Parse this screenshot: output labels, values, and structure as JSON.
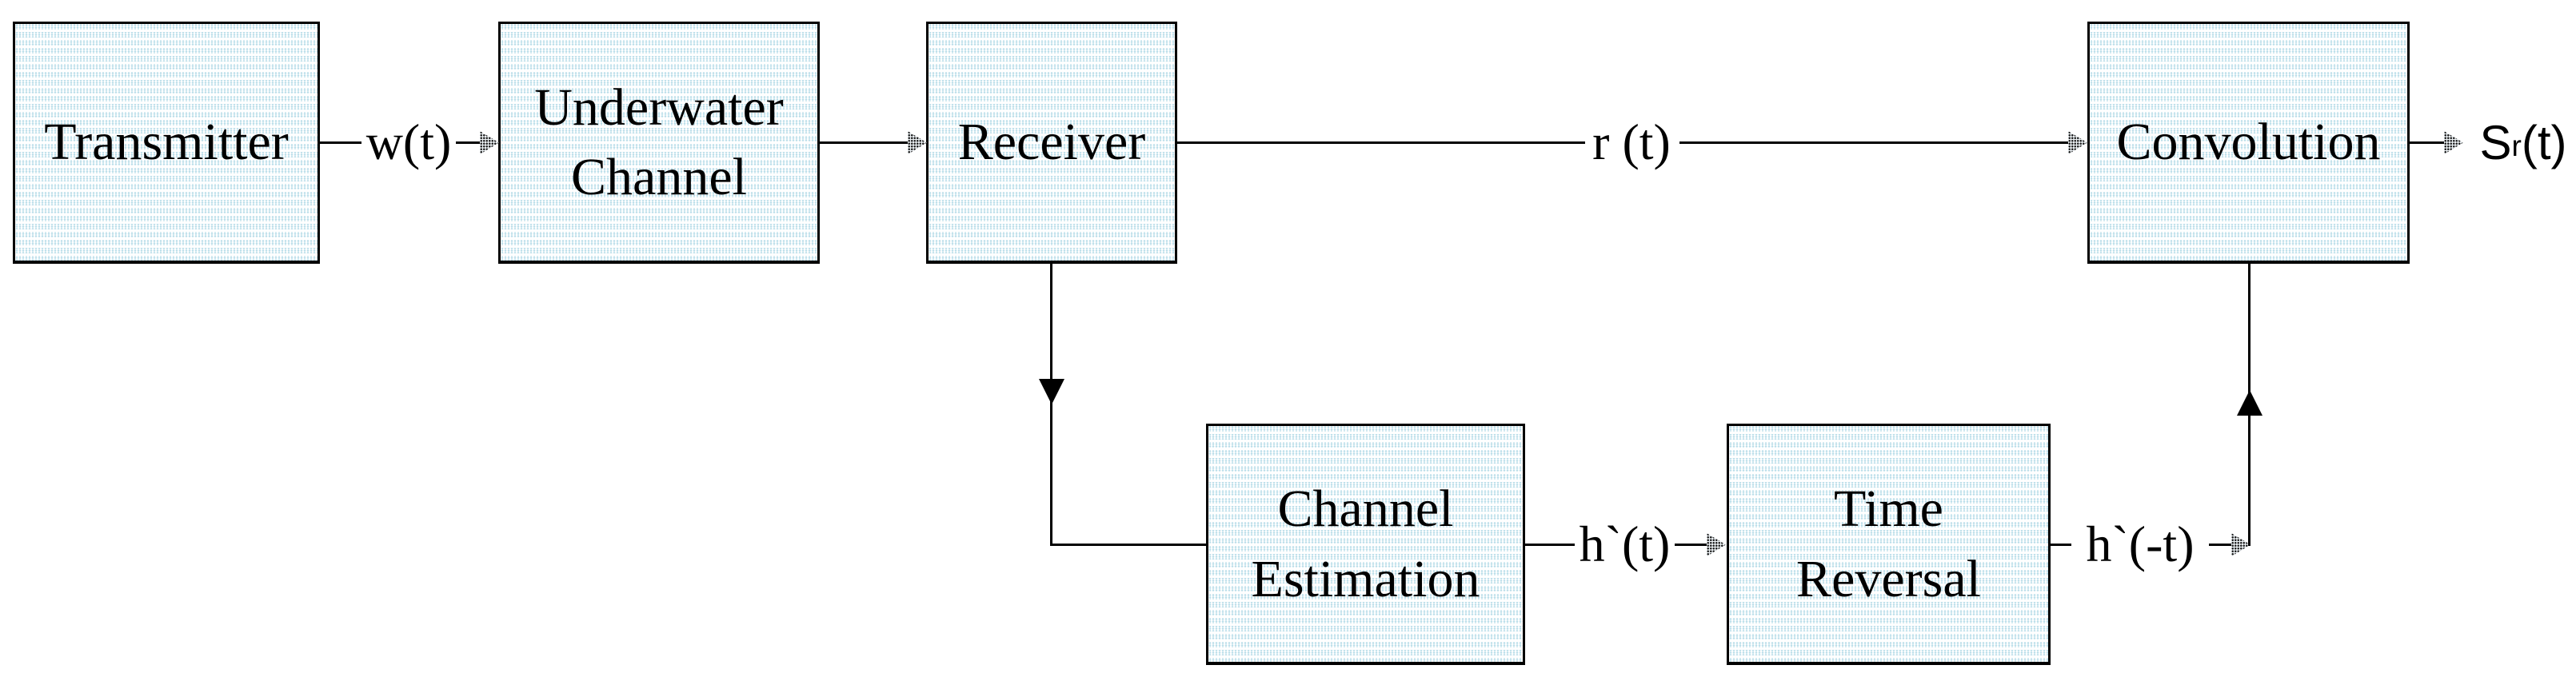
{
  "diagram_type": "block-diagram",
  "boxes": [
    {
      "id": "transmitter",
      "lines": [
        "Transmitter"
      ]
    },
    {
      "id": "underwater-channel",
      "lines": [
        "Underwater",
        "Channel"
      ]
    },
    {
      "id": "receiver",
      "lines": [
        "Receiver"
      ]
    },
    {
      "id": "convolution",
      "lines": [
        "Convolution"
      ]
    },
    {
      "id": "channel-estimation",
      "lines": [
        "Channel",
        "Estimation"
      ]
    },
    {
      "id": "time-reversal",
      "lines": [
        "Time",
        "Reversal"
      ]
    }
  ],
  "signals": {
    "wt": "w(t)",
    "rt": "r (t)",
    "srt": {
      "base": "S",
      "sub": "r",
      "rest": "(t)"
    },
    "ht": "h`(t)",
    "hmt": "h`(-t)"
  },
  "connections": [
    {
      "from": "transmitter",
      "to": "underwater-channel",
      "label": "w(t)"
    },
    {
      "from": "underwater-channel",
      "to": "receiver",
      "label": ""
    },
    {
      "from": "receiver",
      "to": "convolution",
      "label": "r (t)"
    },
    {
      "from": "convolution",
      "to": "output",
      "label": "Sr(t)"
    },
    {
      "from": "receiver",
      "to": "channel-estimation",
      "label": ""
    },
    {
      "from": "channel-estimation",
      "to": "time-reversal",
      "label": "h`(t)"
    },
    {
      "from": "time-reversal",
      "to": "convolution",
      "label": "h`(-t)"
    }
  ],
  "colors": {
    "box_fill_dots": "#b9dde9",
    "line": "#000000",
    "background": "#ffffff"
  }
}
